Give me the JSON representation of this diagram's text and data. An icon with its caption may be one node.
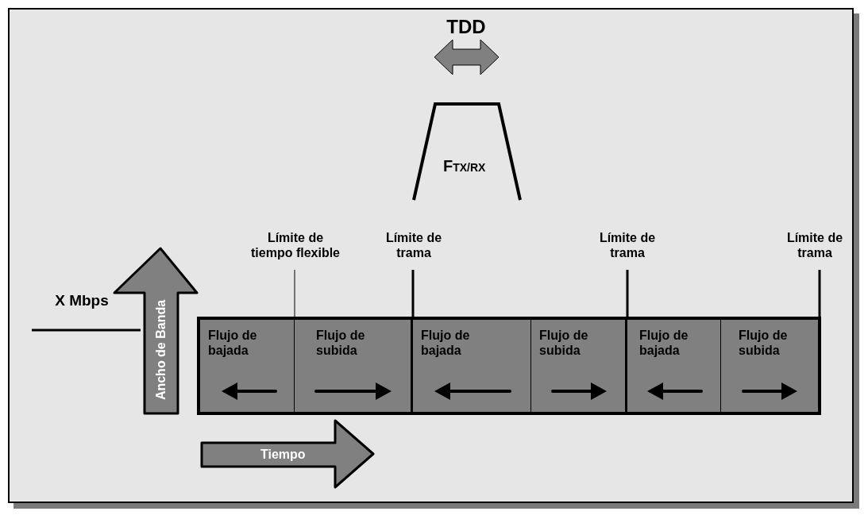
{
  "diagram": {
    "nodes": [
      {
        "text": [
          "F$_{TX/RX}$"
        ]
      },
      {
        "text": [
          "Flujo de bajada"
        ]
      },
      {
        "text": [
          "Flujo de subida"
        ]
      },
      {
        "text": [
          "Flujo de bajada"
        ]
      },
      {
        "text": [
          "Flujo de subida"
        ]
      },
      {
        "text": [
          "Flujo de bajada"
        ]
      },
      {
        "text": [
          "Flujo de subida"
        ]
      },
      {
        "text": [
          "Ancho de Banda"
        ]
      },
      {
        "text": [
          "Tiempo"
        ]
      },
      {
        "text": [
          "Límite de tiempo flexible"
        ]
      },
      {
        "text": [
          "Límite de trama"
        ]
      },
      {
        "text": [
          "Límite de trama"
        ]
      },
      {
        "text": [
          "Límite de trama"
        ]
      }
    ],
    "edges": [
      {
        "from": 9,
        "to": 1,
        "arrow": "none"
      },
      {
        "from": 10,
        "to": 2,
        "arrow": "none"
      },
      {
        "from": 11,
        "to": 5,
        "arrow": "none"
      },
      {
        "from": 12,
        "to": 6,
        "arrow": "none"
      }
    ],
    "labels": [
      "TDD",
      "X Mbps"
    ]
  }
}
